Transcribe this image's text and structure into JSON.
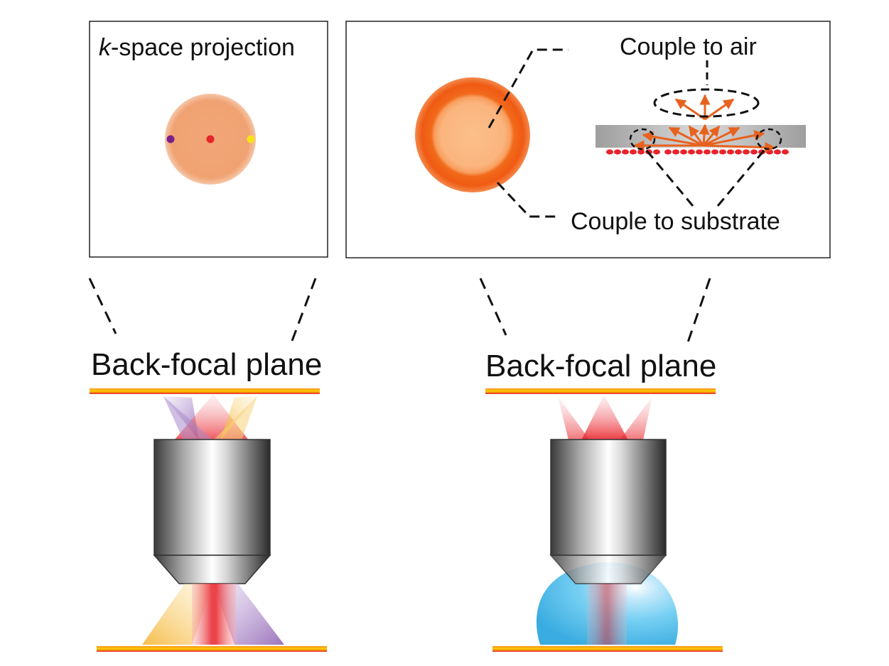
{
  "left_panel": {
    "title_italic": "k",
    "title_rest": "-space projection",
    "dots": [
      {
        "name": "purple-dot",
        "color": "#7b1f8c"
      },
      {
        "name": "red-dot",
        "color": "#e8232a"
      },
      {
        "name": "yellow-dot",
        "color": "#f7e41a"
      }
    ],
    "disk_color": "#f0a272"
  },
  "right_panel": {
    "label_air": "Couple to air",
    "label_substrate": "Couple to substrate",
    "ring_outer_color": "#f26a1b",
    "ring_inner_color": "#fbb57e",
    "arrow_color": "#e8621f",
    "particle_color": "#e8232a",
    "substrate_color": "#b3b3b3"
  },
  "left_microscope": {
    "plane_label": "Back-focal plane",
    "mode": "dry"
  },
  "right_microscope": {
    "plane_label": "Back-focal plane",
    "mode": "oil-immersion"
  },
  "colors": {
    "bar_top": "#f7941d",
    "bar_bottom": "#e8232a",
    "beam_red": "#e8232a",
    "beam_purple": "#8a5bb0",
    "beam_yellow": "#f5c043",
    "droplet": "#4fc0ef"
  }
}
